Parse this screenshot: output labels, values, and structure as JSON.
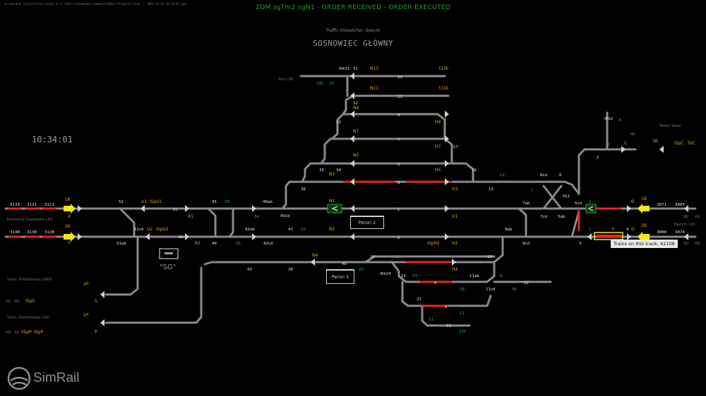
{
  "caption": "Screenshot successfully saved to C:\\Users\\steamapps\\common\\SimRail\\PlayerLF\\Sim\\... 2023-12-16 16-33-07.png",
  "banner": "ZDM sgTm2 sgN1 - ORDER RECEIVED - ORDER EXECUTED",
  "dispatcher": "Traffic Dispatcher: Bescot",
  "station": "SOSNOWIEC GŁÓWNY",
  "clock": "10:34:01",
  "tooltip": "Trains on this track: 42108",
  "brand": "SimRail",
  "perons": {
    "p2": "Peron 2",
    "p1": "Peron 1"
  },
  "sg_label": "\"SG\"",
  "colors": {
    "track": "#8a8a8a",
    "occupied": "#e8231c",
    "signal_label": "#e0a81a",
    "cyan": "#2fa7a7",
    "banner": "#1ea22a",
    "yellow": "#f5e51a"
  },
  "side_labels": {
    "katowice_lk1": "Katowice Zawadzie LK1",
    "bedzin_lk1": "Będzin LK1",
    "tory_ise": "Tory ISE",
    "tesko_steel": "Tesko Steel",
    "poludniowy_l660": "Sosn. Południowy L660",
    "poludniowy_l62": "Sosn. Południowy L62"
  },
  "signals_orange": [
    {
      "id": "1K"
    },
    {
      "id": "2K"
    },
    {
      "id": "U1"
    },
    {
      "id": "ISpU1"
    },
    {
      "id": "U2"
    },
    {
      "id": "ISpU2"
    },
    {
      "id": "R1"
    },
    {
      "id": "R2"
    },
    {
      "id": "N13"
    },
    {
      "id": "N11"
    },
    {
      "id": "N9"
    },
    {
      "id": "N7"
    },
    {
      "id": "N5"
    },
    {
      "id": "N3"
    },
    {
      "id": "N1"
    },
    {
      "id": "N2"
    },
    {
      "id": "N4"
    },
    {
      "id": "t13k"
    },
    {
      "id": "t11k"
    },
    {
      "id": "H9"
    },
    {
      "id": "H7"
    },
    {
      "id": "H5"
    },
    {
      "id": "H3"
    },
    {
      "id": "H1"
    },
    {
      "id": "H2"
    },
    {
      "id": "H4"
    },
    {
      "id": "ISpH2"
    },
    {
      "id": "C"
    },
    {
      "id": "3B"
    },
    {
      "id": "ISpC"
    },
    {
      "id": "ToC"
    },
    {
      "id": "B"
    },
    {
      "id": "1B"
    },
    {
      "id": "D"
    },
    {
      "id": "2B"
    },
    {
      "id": "2P"
    },
    {
      "id": "ISpS"
    },
    {
      "id": "S"
    },
    {
      "id": "1P"
    },
    {
      "id": "IISpP"
    },
    {
      "id": "ISpP"
    },
    {
      "id": "P"
    }
  ],
  "white_labels": [
    "3133",
    "3121",
    "3111",
    "3148",
    "3138",
    "3128",
    "52",
    "1c",
    "45",
    "48ab",
    "40cd",
    "51cd",
    "2b",
    "42ab",
    "41",
    "42cd",
    "51ab",
    "44",
    "43",
    "38",
    "4b",
    "31",
    "13",
    "11",
    "32",
    "9",
    "33",
    "7",
    "17",
    "5",
    "35",
    "34",
    "36",
    "3",
    "15",
    "16",
    "6",
    "8cd",
    "5k1",
    "5cd",
    "7ab",
    "7cd",
    "5ab",
    "1",
    "2",
    "9cd",
    "9ab",
    "10",
    "24",
    "22",
    "6",
    "11ab",
    "11cd",
    "12",
    "21",
    "8",
    "10",
    "Wk31",
    "Wk2",
    "Wk24",
    "3871",
    "3865",
    "3888",
    "3874",
    "X",
    "Y",
    "4",
    "3"
  ],
  "cyan_labels": [
    "39",
    "34",
    "35",
    "32",
    "25",
    "24",
    "23",
    "18",
    "11",
    "21",
    "21k",
    "9",
    "9k",
    "12",
    "7",
    "4",
    "4k",
    "3",
    "2",
    "1",
    "32k",
    "32"
  ]
}
